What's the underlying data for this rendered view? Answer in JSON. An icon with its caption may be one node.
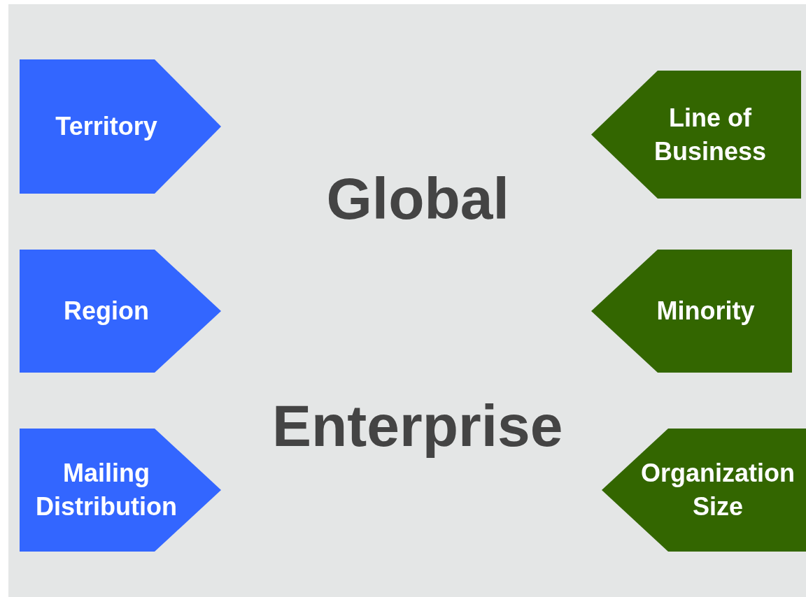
{
  "diagram": {
    "nodes": [
      {
        "text": [
          "Territory"
        ]
      },
      {
        "text": [
          "Line of Business"
        ]
      },
      {
        "text": [
          "Region"
        ]
      },
      {
        "text": [
          "Minority"
        ]
      },
      {
        "text": [
          "Mailing Distribution"
        ]
      },
      {
        "text": [
          "Organization Size"
        ]
      }
    ],
    "labels": [
      "Global",
      "Enterprise"
    ]
  }
}
